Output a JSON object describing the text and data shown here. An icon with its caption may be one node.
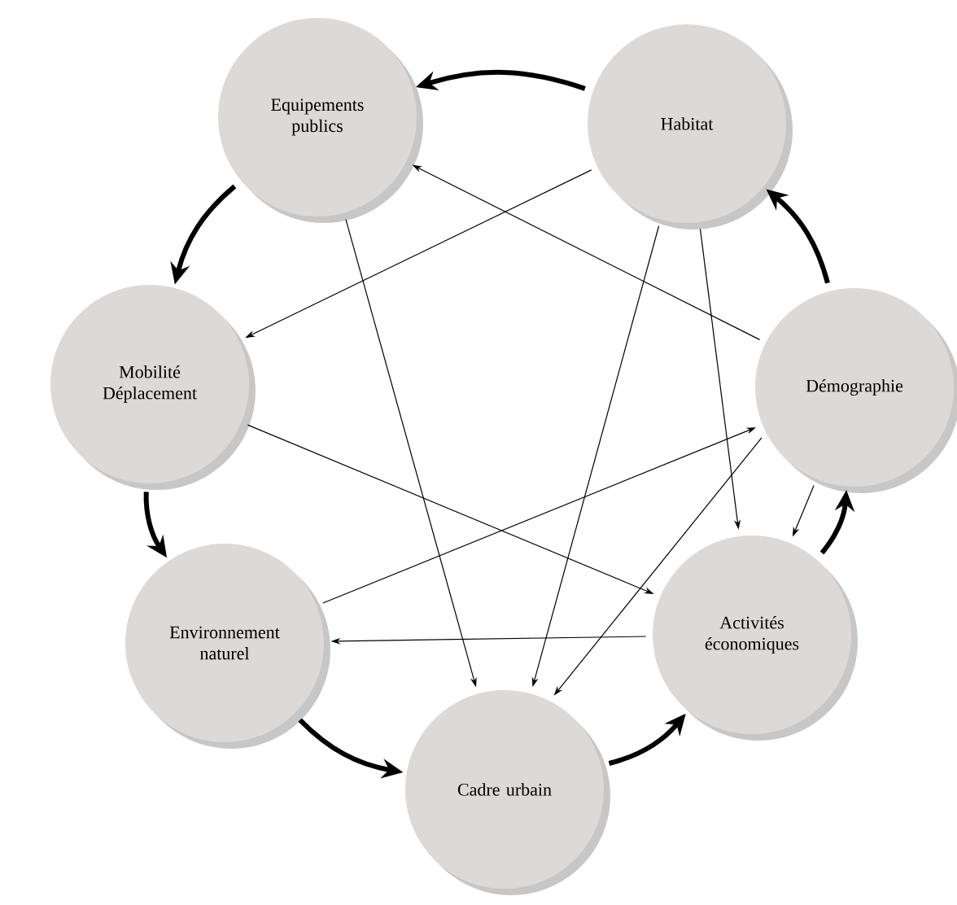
{
  "diagram": {
    "nodes": [
      {
        "text": [
          "Equipements publics"
        ]
      },
      {
        "text": [
          "Habitat"
        ]
      },
      {
        "text": [
          "Mobilité Déplacement"
        ]
      },
      {
        "text": [
          "Démographie"
        ]
      },
      {
        "text": [
          "Environnement naturel"
        ]
      },
      {
        "text": [
          "Activités économiques"
        ]
      },
      {
        "text": [
          "Cadre urbain"
        ]
      }
    ],
    "edges": [
      {
        "from": 1,
        "to": 0,
        "arrow": "to",
        "style": "thick"
      },
      {
        "from": 0,
        "to": 2,
        "arrow": "to",
        "style": "thick"
      },
      {
        "from": 2,
        "to": 4,
        "arrow": "to",
        "style": "thick"
      },
      {
        "from": 4,
        "to": 6,
        "arrow": "to",
        "style": "thick"
      },
      {
        "from": 6,
        "to": 5,
        "arrow": "to",
        "style": "thick"
      },
      {
        "from": 5,
        "to": 3,
        "arrow": "to",
        "style": "thick"
      },
      {
        "from": 3,
        "to": 1,
        "arrow": "to",
        "style": "thick"
      },
      {
        "from": 3,
        "to": 0,
        "arrow": "to"
      },
      {
        "from": 1,
        "to": 2,
        "arrow": "to"
      },
      {
        "from": 0,
        "to": 6,
        "arrow": "to"
      },
      {
        "from": 1,
        "to": 6,
        "arrow": "to"
      },
      {
        "from": 1,
        "to": 5,
        "arrow": "to"
      },
      {
        "from": 2,
        "to": 5,
        "arrow": "to"
      },
      {
        "from": 4,
        "to": 3,
        "arrow": "to"
      },
      {
        "from": 5,
        "to": 4,
        "arrow": "to"
      },
      {
        "from": 3,
        "to": 6,
        "arrow": "to"
      },
      {
        "from": 3,
        "to": 5,
        "arrow": "to"
      }
    ]
  }
}
